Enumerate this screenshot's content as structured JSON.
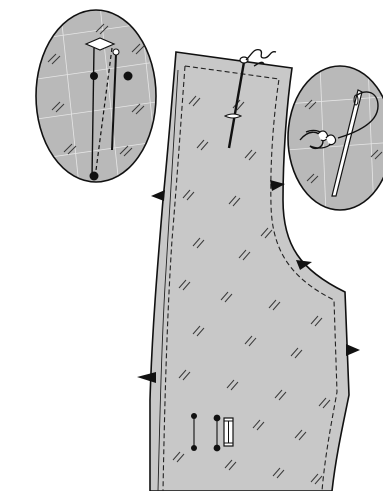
{
  "illustration": {
    "subject": "sewing-pattern-bodice-front",
    "colors": {
      "fabric": "#c8c8c8",
      "fabric_in_detail": "#b9b9b9",
      "outline": "#111111",
      "stitch_line": "#222222",
      "hatch": "#3a3a3a",
      "background": "#ffffff",
      "chalk_grid": "#e6e6e6"
    },
    "elements": {
      "main_piece": "bodice-piece",
      "detail_left": "dart-detail-magnifier",
      "detail_right": "tailor-tack-detail-magnifier",
      "pin": "pin-icon",
      "needle": "needle-icon",
      "thread": "thread-icon",
      "marks": [
        "dot-marker",
        "dot-marker",
        "dot-marker",
        "dot-marker"
      ],
      "button_symbol": "buttonhole-marker"
    }
  }
}
